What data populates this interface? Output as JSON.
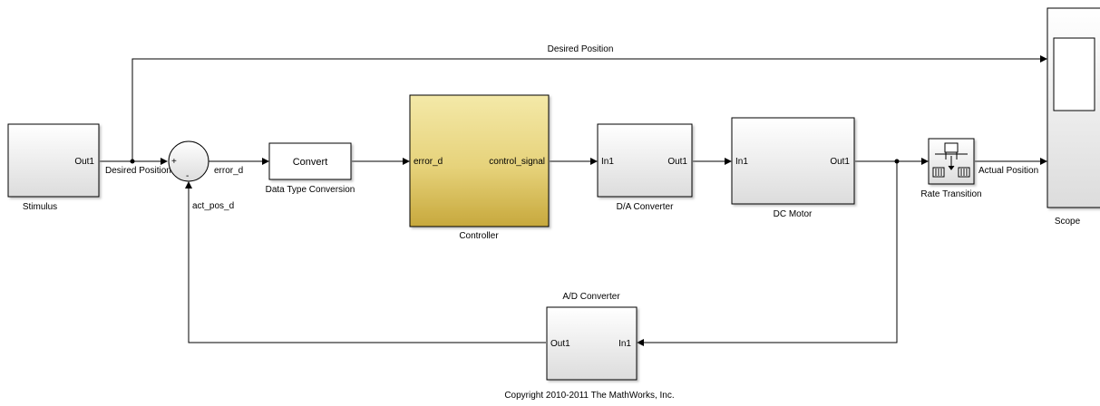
{
  "diagram": {
    "copyright": "Copyright 2010-2011 The MathWorks, Inc.",
    "signals": {
      "desired_position_top": "Desired Position",
      "desired_position_tap": "Desired Position",
      "error_d": "error_d",
      "act_pos_d": "act_pos_d",
      "actual_position": "Actual Position"
    },
    "sum": {
      "plus": "+",
      "minus": "-"
    },
    "blocks": {
      "stimulus": {
        "caption": "Stimulus",
        "out_port": "Out1"
      },
      "convert": {
        "text": "Convert",
        "caption": "Data Type Conversion"
      },
      "controller": {
        "caption": "Controller",
        "in_port": "error_d",
        "out_port": "control_signal"
      },
      "da_converter": {
        "caption": "D/A Converter",
        "in_port": "In1",
        "out_port": "Out1"
      },
      "dc_motor": {
        "caption": "DC Motor",
        "in_port": "In1",
        "out_port": "Out1"
      },
      "rate_transition": {
        "caption": "Rate Transition"
      },
      "scope": {
        "caption": "Scope"
      },
      "ad_converter": {
        "caption": "A/D Converter",
        "in_port": "In1",
        "out_port": "Out1"
      }
    },
    "colors": {
      "block_fill_light": "#ffffff",
      "block_fill_dark": "#dcdcdc",
      "controller_light": "#f4e9a8",
      "controller_dark": "#c7a83c",
      "line": "#000000"
    }
  }
}
